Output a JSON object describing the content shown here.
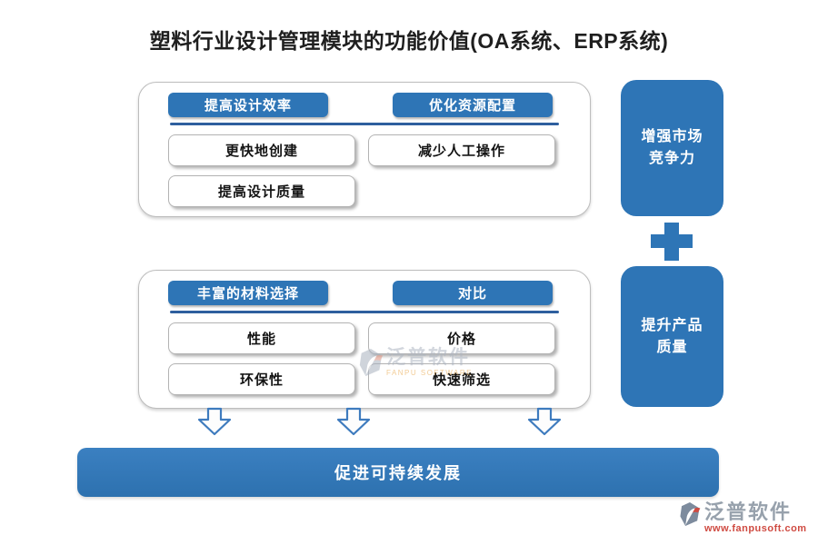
{
  "title": "塑料行业设计管理模块的功能价值(OA系统、ERP系统)",
  "colors": {
    "primary_blue": "#2E75B6",
    "divider_blue": "#2E5F9E",
    "arrow_outline": "#3E7BBE",
    "logo_gray": "#97A1AC",
    "logo_orange": "#CF4A41"
  },
  "group_top": {
    "headers": [
      "提高设计效率",
      "优化资源配置"
    ],
    "items": [
      "更快地创建",
      "减少人工操作",
      "提高设计质量"
    ]
  },
  "group_bottom": {
    "headers": [
      "丰富的材料选择",
      "对比"
    ],
    "items": [
      "性能",
      "价格",
      "环保性",
      "快速筛选"
    ]
  },
  "side_boxes": {
    "top_line1": "增强市场",
    "top_line2": "竞争力",
    "bottom_line1": "提升产品",
    "bottom_line2": "质量"
  },
  "bottom_bar": {
    "label": "促进可持续发展"
  },
  "watermark": {
    "name": "泛普软件",
    "subtitle": "FANPU SOFTWARE"
  },
  "footer_logo": {
    "name": "泛普软件",
    "url": "www.fanpusoft.com"
  }
}
